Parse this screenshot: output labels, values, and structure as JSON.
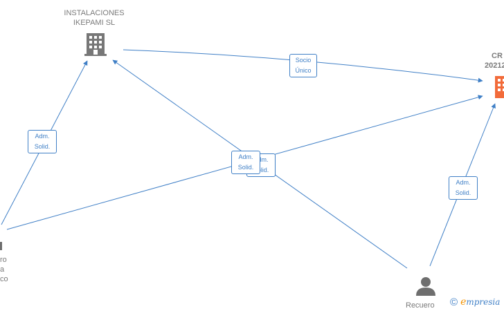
{
  "nodes": {
    "company_left": {
      "line1": "INSTALACIONES",
      "line2": "IKEPAMI  SL"
    },
    "company_right": {
      "line1": "CR",
      "line2": "20212"
    },
    "person_left": {
      "line1": "ro",
      "line2": "a",
      "line3": "co"
    },
    "person_right": {
      "name": "Recuero"
    }
  },
  "edges": {
    "socio_unico": {
      "line1": "Socio",
      "line2": "Único"
    },
    "adm_left": {
      "line1": "Adm.",
      "line2": "Solid."
    },
    "adm_center_front": {
      "line1": "Adm.",
      "line2": "Solid."
    },
    "adm_center_back": {
      "line1": "Adm.",
      "line2": "Solid."
    },
    "adm_right": {
      "line1": "Adm.",
      "line2": "Solid."
    }
  },
  "brand": {
    "copyright": "©",
    "e": "e",
    "rest": "mpresia"
  },
  "colors": {
    "edge": "#3f7fc6",
    "building_grey": "#777777",
    "building_orange": "#f26b3a",
    "person": "#6e6e6e"
  }
}
